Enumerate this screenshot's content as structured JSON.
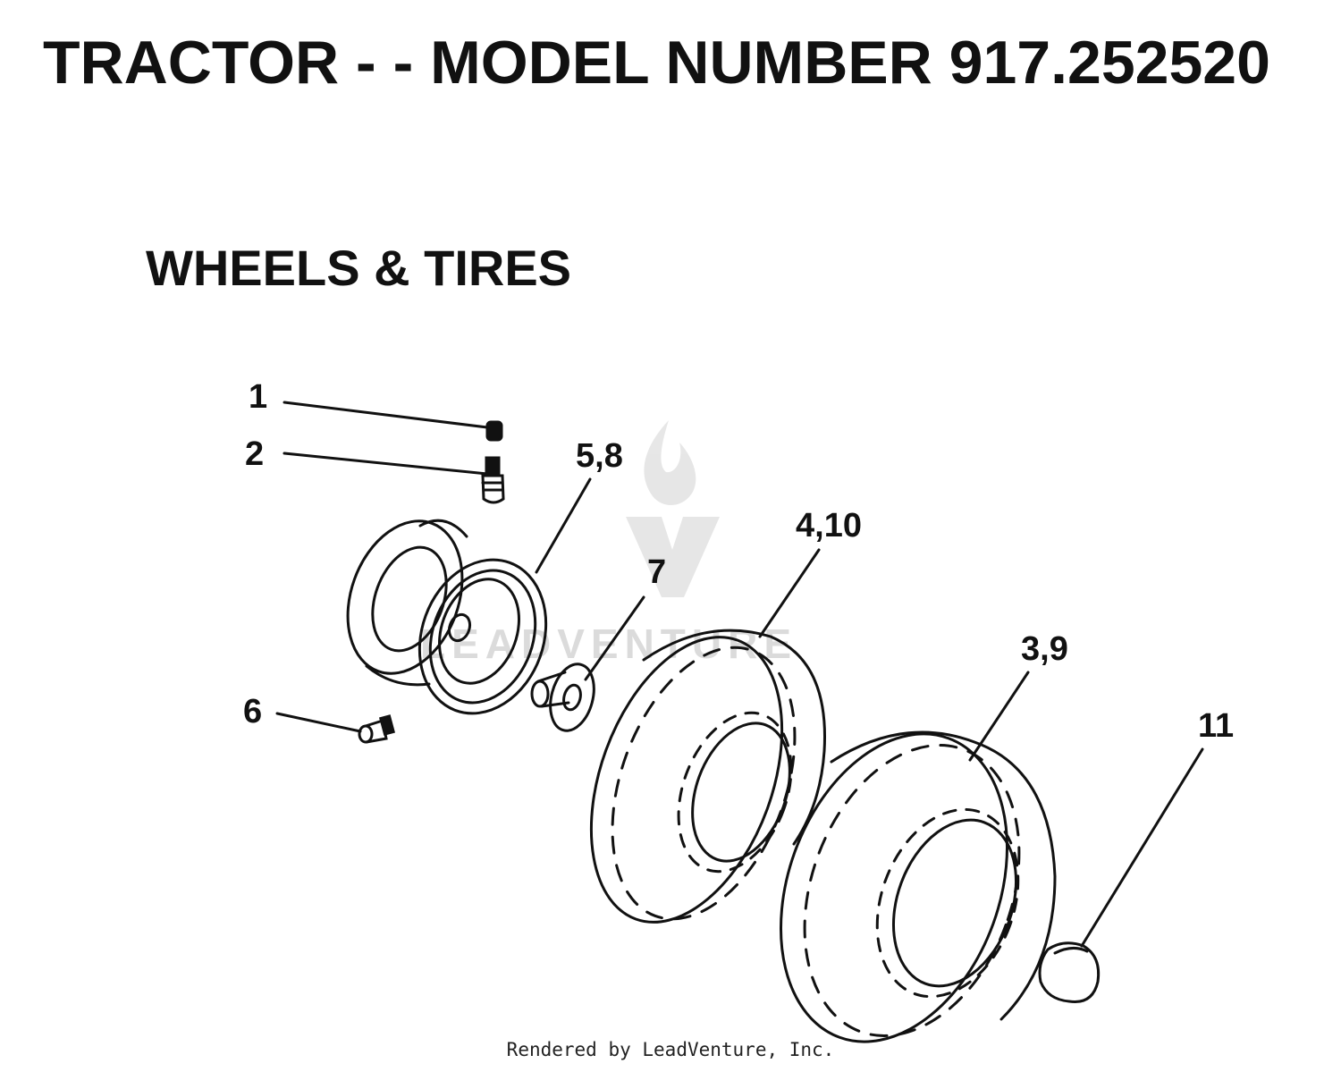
{
  "header": {
    "title": "TRACTOR - - MODEL NUMBER 917.252520",
    "subtitle": "WHEELS & TIRES"
  },
  "callouts": [
    {
      "id": "1",
      "label": "1"
    },
    {
      "id": "2",
      "label": "2"
    },
    {
      "id": "5-8",
      "label": "5,8"
    },
    {
      "id": "4-10",
      "label": "4,10"
    },
    {
      "id": "7",
      "label": "7"
    },
    {
      "id": "3-9",
      "label": "3,9"
    },
    {
      "id": "6",
      "label": "6"
    },
    {
      "id": "11",
      "label": "11"
    }
  ],
  "watermark": {
    "text": "LEADVENTURE",
    "color": "#d8d8d8"
  },
  "footer": {
    "text": "Rendered by LeadVenture, Inc."
  }
}
